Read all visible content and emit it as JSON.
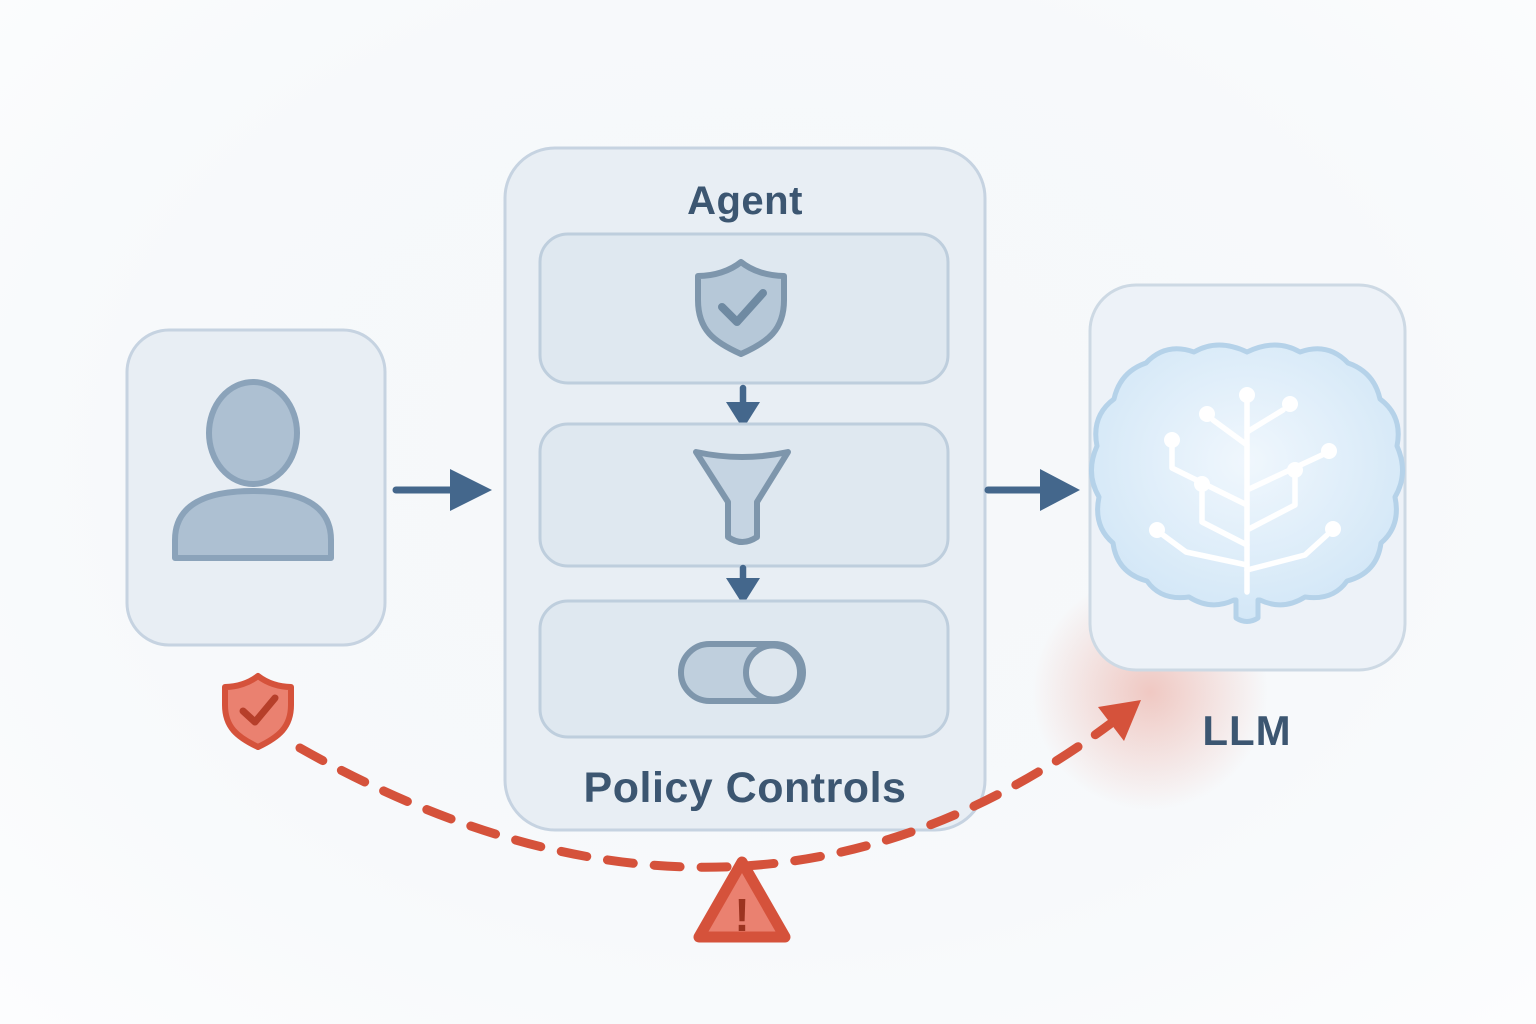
{
  "user": {
    "icon": "user-icon"
  },
  "agent": {
    "title": "Agent",
    "subtitle": "Policy Controls",
    "steps": [
      {
        "name": "shield-check",
        "icon": "shield-check-icon"
      },
      {
        "name": "filter",
        "icon": "funnel-icon"
      },
      {
        "name": "toggle",
        "icon": "toggle-switch-icon"
      }
    ]
  },
  "llm": {
    "label": "LLM",
    "icon": "brain-circuit-icon"
  },
  "bypass": {
    "shield_icon": "shield-check-red-icon",
    "warning_icon": "warning-triangle-icon",
    "warning_symbol": "!"
  },
  "colors": {
    "text_blue": "#3c5671",
    "arrow_blue": "#44678c",
    "box_fill": "#e8eef4",
    "box_border": "#c6d3e1",
    "inner_fill": "#dfe8f0",
    "inner_border": "#becedd",
    "llm_fill": "#edf2f8",
    "llm_border": "#cdd9e4",
    "icon_fill": "#b6c8d8",
    "icon_stroke": "#7e96ac",
    "knob_fill": "#dde6ee",
    "accent_red": "#d5523b",
    "accent_red_fill": "#ea8170",
    "dark_red": "#9c3420",
    "brain_stroke": "#b5d2e9",
    "circuit_white": "#ffffff"
  }
}
